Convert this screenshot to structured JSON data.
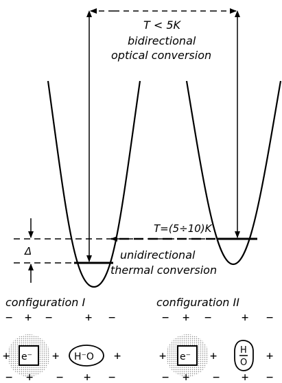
{
  "annotations": {
    "low_temp_label": "T < 5K",
    "optical_line1": "bidirectional",
    "optical_line2": "optical conversion",
    "thermal_temp_label": "T=(5÷10)K",
    "thermal_line1": "unidirectional",
    "thermal_line2": "thermal conversion",
    "delta_label": "Δ"
  },
  "configurations": [
    {
      "label": "configuration I",
      "top_row": [
        "−",
        "+",
        "−",
        "+",
        "−"
      ],
      "mid_left": "+",
      "mid_center": "+",
      "mid_right": "+",
      "bottom_row": [
        "−",
        "+",
        "−",
        "+",
        "−"
      ],
      "vacancy": "e⁻",
      "molecule": "H⁻O",
      "molecule_orientation": "horizontal"
    },
    {
      "label": "configuration II",
      "top_row": [
        "−",
        "+",
        "−",
        "+",
        "−"
      ],
      "mid_left": "+",
      "mid_center": "+",
      "mid_right": "+",
      "bottom_row": [
        "−",
        "+",
        "−",
        "+",
        "−"
      ],
      "vacancy": "e⁻",
      "molecule_top": "H",
      "molecule_bottom": "O",
      "molecule_orientation": "vertical"
    }
  ],
  "colors": {
    "ink": "#000000",
    "halo": "#9a9a9a",
    "background": "#ffffff"
  }
}
